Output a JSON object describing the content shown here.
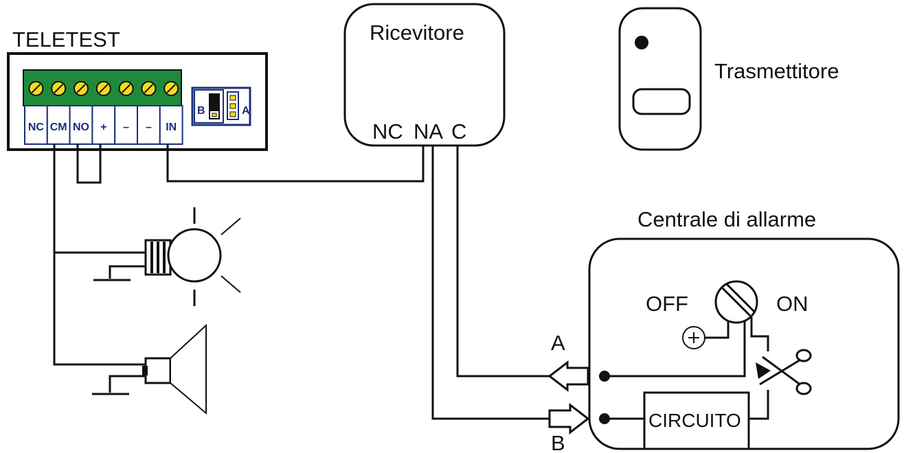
{
  "teletest": {
    "title": "TELETEST",
    "terminals": [
      "NC",
      "CM",
      "NO",
      "+",
      "–",
      "–",
      "IN"
    ],
    "jumper_b": "B",
    "jumper_a": "A",
    "terminal_strip_color": "#1f8a3c",
    "screw_color": "#f2dc1a",
    "terminal_label_color": "#1a2e7a"
  },
  "receiver": {
    "title": "Ricevitore",
    "terminals": [
      "NC",
      "NA",
      "C"
    ]
  },
  "transmitter": {
    "title": "Trasmettitore"
  },
  "alarm_panel": {
    "title": "Centrale di allarme",
    "off_label": "OFF",
    "on_label": "ON",
    "circuit_label": "CIRCUITO",
    "input_a": "A",
    "input_b": "B"
  },
  "devices": {
    "lamp": "lamp-icon",
    "siren": "siren-icon"
  }
}
